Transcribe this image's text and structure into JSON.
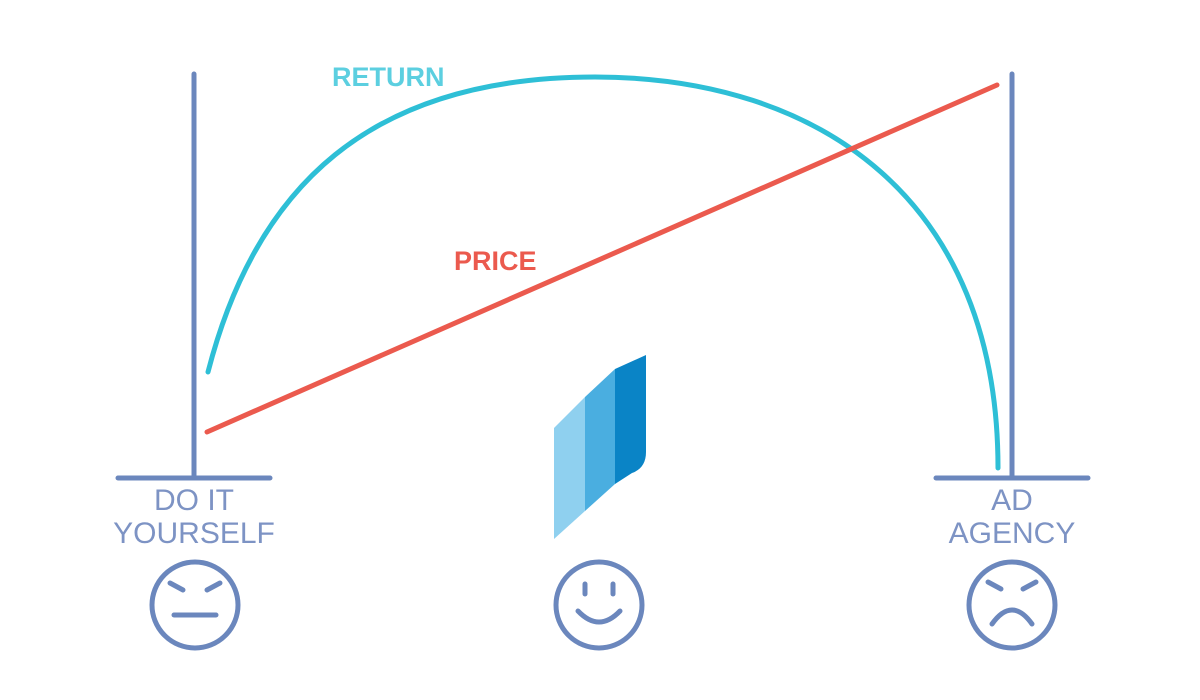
{
  "labels": {
    "return": "RETURN",
    "price": "PRICE",
    "left_line1": "DO IT",
    "left_line2": "YOURSELF",
    "right_line1": "AD",
    "right_line2": "AGENCY"
  },
  "faces": {
    "left": "neutral-face-icon",
    "center": "smiling-face-icon",
    "right": "frowning-face-icon"
  },
  "colors": {
    "return_curve": "#2ebfd6",
    "return_label": "#5ccfe0",
    "price_line": "#eb5a4e",
    "post": "#6b87bd",
    "end_label": "#7d93c4",
    "logo_light": "#8fd0ef",
    "logo_mid": "#4aaee0",
    "logo_dark": "#0a84c6"
  }
}
